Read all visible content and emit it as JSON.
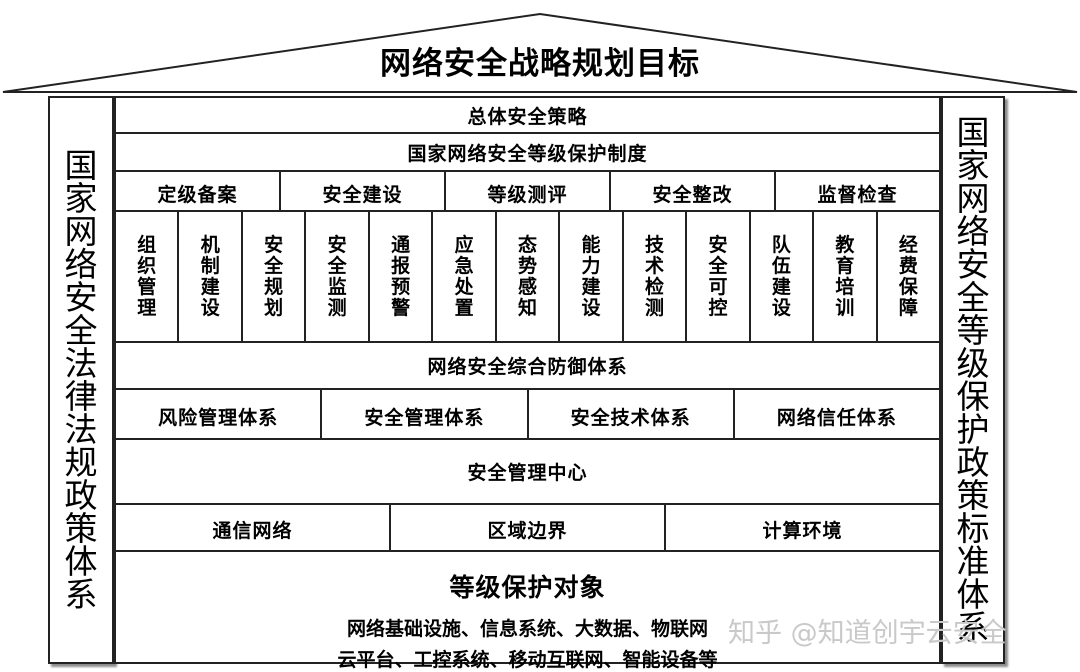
{
  "roof_title": "网络安全战略规划目标",
  "left_pillar": "国家网络安全法律法规政策体系",
  "right_pillar": "国家网络安全等级保护政策标准体系",
  "rows": {
    "overall_policy": "总体安全策略",
    "protection_system": "国家网络安全等级保护制度",
    "process_steps": [
      "定级备案",
      "安全建设",
      "等级测评",
      "安全整改",
      "监督检查"
    ],
    "measures": [
      "组织管理",
      "机制建设",
      "安全规划",
      "安全监测",
      "通报预警",
      "应急处置",
      "态势感知",
      "能力建设",
      "技术检测",
      "安全可控",
      "队伍建设",
      "教育培训",
      "经费保障"
    ],
    "defense_system": "网络安全综合防御体系",
    "systems": [
      "风险管理体系",
      "安全管理体系",
      "安全技术体系",
      "网络信任体系"
    ],
    "management_center": "安全管理中心",
    "infrastructure": [
      "通信网络",
      "区域边界",
      "计算环境"
    ],
    "protection_objects": {
      "title": "等级保护对象",
      "line1": "网络基础设施、信息系统、大数据、物联网",
      "line2": "云平台、工控系统、移动互联网、智能设备等"
    }
  },
  "watermark": "知乎 @知道创宇云安全"
}
